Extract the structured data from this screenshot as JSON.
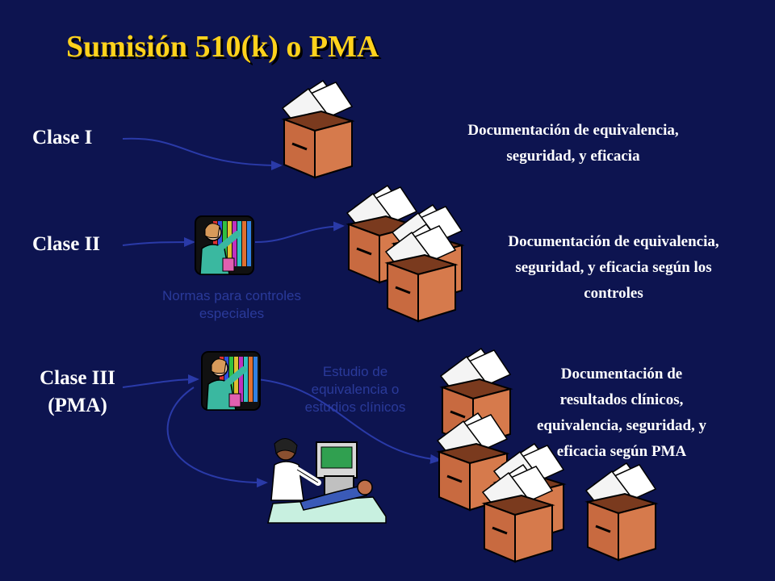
{
  "title": "Sumisión 510(k) o PMA",
  "classes": {
    "c1": "Clase I",
    "c2": "Clase II",
    "c3_line1": "Clase III",
    "c3_line2": "(PMA)"
  },
  "docs": {
    "d1_line1": "Documentación de equivalencia,",
    "d1_line2": "seguridad, y eficacia",
    "d2_line1": "Documentación de equivalencia,",
    "d2_line2": "seguridad, y eficacia según los",
    "d2_line3": "controles",
    "d3_line1": "Documentación de",
    "d3_line2": "resultados clínicos,",
    "d3_line3": "equivalencia, seguridad, y",
    "d3_line4": "eficacia según PMA"
  },
  "notes": {
    "n1_line1": "Normas para controles",
    "n1_line2": "especiales",
    "n2_line1": "Estudio de",
    "n2_line2": "equivalencia o",
    "n2_line3": "estudios clínicos"
  },
  "icons": [
    "document-box-icon",
    "library-reader-icon",
    "doctor-patient-icon",
    "arrow-icon"
  ],
  "colors": {
    "background": "#0d1450",
    "title": "#ffd21c",
    "text": "#ffffff",
    "note": "#2a3a9a",
    "box": "#c86a40",
    "arrow": "#2a3aa8"
  }
}
